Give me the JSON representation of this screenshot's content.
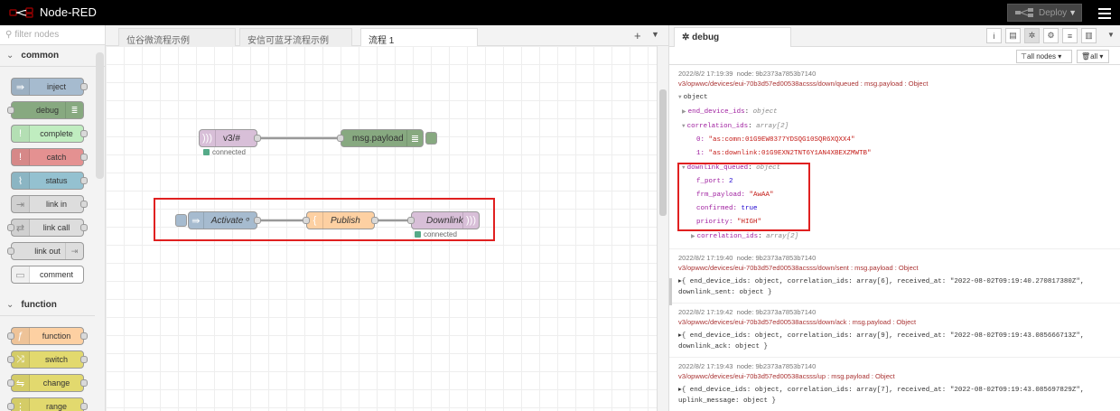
{
  "header": {
    "app_title": "Node-RED",
    "deploy_label": "Deploy"
  },
  "palette": {
    "filter_placeholder": "filter nodes",
    "categories": [
      {
        "name": "common",
        "nodes": [
          "inject",
          "debug",
          "complete",
          "catch",
          "status",
          "link in",
          "link call",
          "link out",
          "comment"
        ]
      },
      {
        "name": "function",
        "nodes": [
          "function",
          "switch",
          "change",
          "range"
        ]
      }
    ]
  },
  "workspace": {
    "tabs": [
      "位谷微流程示例",
      "安信可蓝牙流程示例",
      "流程 1"
    ],
    "nodes": {
      "mqtt_in": {
        "label": "v3/#",
        "status": "connected"
      },
      "debug": {
        "label": "msg.payload"
      },
      "inject": {
        "label": "Activate ᵒ"
      },
      "function": {
        "label": "Publish"
      },
      "mqtt_out": {
        "label": "Downlink",
        "status": "connected"
      }
    }
  },
  "sidebar": {
    "tab_label": "debug",
    "filter_nodes": "all nodes",
    "filter_clear": "all",
    "messages": [
      {
        "time": "2022/8/2 17:19:39",
        "node": "node: 9b2373a7853b7140",
        "topic": "v3/opwwc/devices/eui-70b3d57ed00538acsss/down/queued : msg.payload : Object",
        "tree": {
          "root": "object",
          "l1": "end_device_ids",
          "l1_type": "object",
          "l2": "correlation_ids",
          "l2_type": "array[2]",
          "c0_key": "0:",
          "c0": "\"as:comn:01G9EW8377YDSQG10SQR6XQXX4\"",
          "c1_key": "1:",
          "c1": "\"as:downlink:01G9EXN2TNT6Y1AN4XBEXZMWTB\"",
          "l3": "downlink_queued",
          "l3_type": "object",
          "f_port_key": "f_port:",
          "f_port": "2",
          "frm_key": "frm_payload:",
          "frm": "\"AwAA\"",
          "conf_key": "confirmed:",
          "conf": "true",
          "prio_key": "priority:",
          "prio": "\"HIGH\"",
          "l4": "correlation_ids",
          "l4_type": "array[2]"
        }
      },
      {
        "time": "2022/8/2 17:19:40",
        "node": "node: 9b2373a7853b7140",
        "topic": "v3/opwwc/devices/eui-70b3d57ed00538acsss/down/sent : msg.payload : Object",
        "line1": "▸{ end_device_ids: object, correlation_ids: array[6], received_at: \"2022-08-02T09:19:40.270817380Z\",",
        "line2": "downlink_sent: object }"
      },
      {
        "time": "2022/8/2 17:19:42",
        "node": "node: 9b2373a7853b7140",
        "topic": "v3/opwwc/devices/eui-70b3d57ed00538acsss/down/ack : msg.payload : Object",
        "line1": "▸{ end_device_ids: object, correlation_ids: array[9], received_at: \"2022-08-02T09:19:43.085666713Z\",",
        "line2": "downlink_ack: object }"
      },
      {
        "time": "2022/8/2 17:19:43",
        "node": "node: 9b2373a7853b7140",
        "topic": "v3/opwwc/devices/eui-70b3d57ed00538acsss/up : msg.payload : Object",
        "line1": "▸{ end_device_ids: object, correlation_ids: array[7], received_at: \"2022-08-02T09:19:43.085697829Z\",",
        "line2": "uplink_message: object }"
      }
    ]
  },
  "colors": {
    "inject": "#a6bbcf",
    "debug": "#87a980",
    "complete": "#c0edc0",
    "catch": "#e49191",
    "status": "#94c1d0",
    "link": "#dddddd",
    "comment": "#ffffff",
    "function": "#fdd0a2",
    "switch": "#e2d96e",
    "change": "#e2d96e",
    "range": "#e2d96e",
    "mqtt": "#d8bfd8",
    "highlight": "#e02020"
  }
}
